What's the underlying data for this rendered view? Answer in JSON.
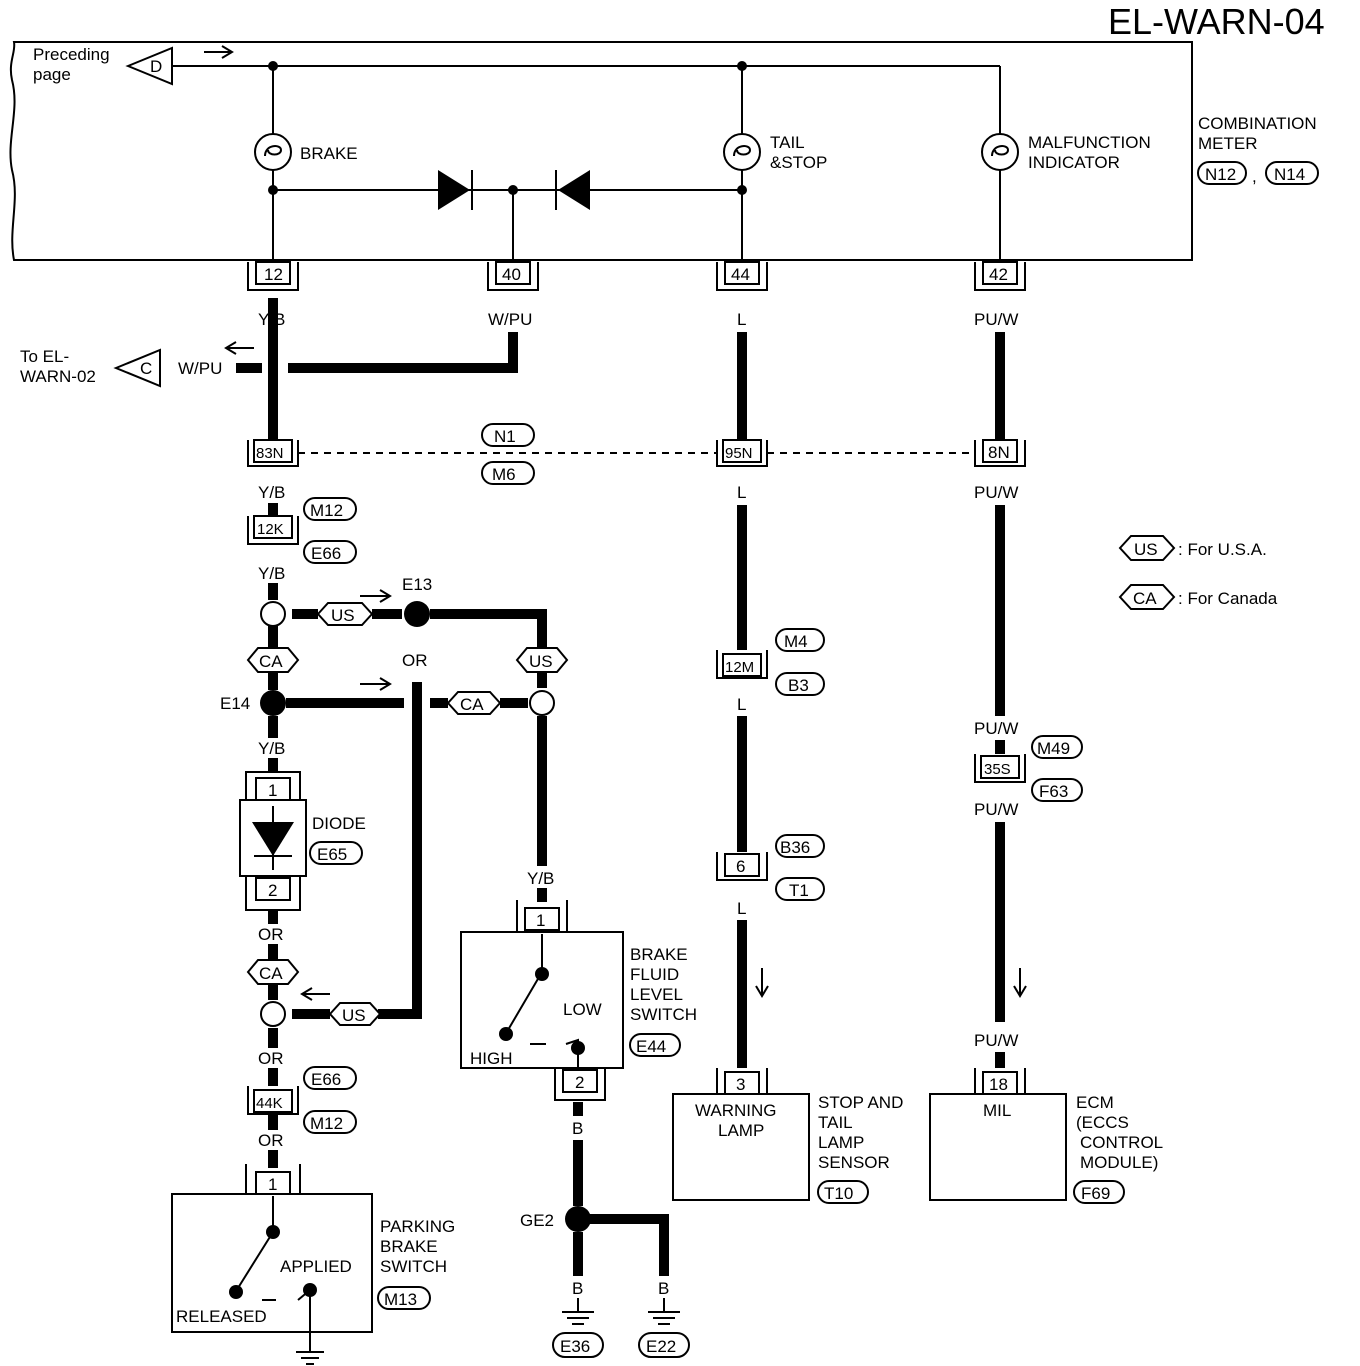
{
  "title": "EL-WARN-04",
  "preceding_page": {
    "line1": "Preceding",
    "line2": "page",
    "connector": "D"
  },
  "to_page": {
    "line1": "To EL-",
    "line2": "WARN-02",
    "connector": "C",
    "wire": "W/PU"
  },
  "combination_meter": {
    "line1": "COMBINATION",
    "line2": "METER",
    "conn1": "N12",
    "comma": ",",
    "conn2": "N14"
  },
  "lamps": {
    "brake": "BRAKE",
    "tail_stop_1": "TAIL",
    "tail_stop_2": "&STOP",
    "malfunction_1": "MALFUNCTION",
    "malfunction_2": "INDICATOR"
  },
  "pins": {
    "p12": "12",
    "p40": "40",
    "p44": "44",
    "p42": "42",
    "p83n": "83N",
    "p95n": "95N",
    "p8n": "8N",
    "p12k": "12K",
    "p12m": "12M",
    "p35s": "35S",
    "p6": "6",
    "d1": "1",
    "d2": "2",
    "p44k": "44K",
    "pb1": "1",
    "bf1": "1",
    "bf2": "2",
    "wl3": "3",
    "ecm18": "18"
  },
  "wires": {
    "yb": "Y/B",
    "wpu": "W/PU",
    "l": "L",
    "puw": "PU/W",
    "or": "OR",
    "b": "B"
  },
  "connectors": {
    "n1": "N1",
    "m6": "M6",
    "m12a": "M12",
    "e66a": "E66",
    "m4": "M4",
    "b3": "B3",
    "m49": "M49",
    "f63": "F63",
    "b36": "B36",
    "t1": "T1",
    "e65": "E65",
    "e44": "E44",
    "e66b": "E66",
    "m12b": "M12",
    "m13": "M13",
    "t10": "T10",
    "f69": "F69",
    "e36": "E36",
    "e22": "E22"
  },
  "junctions": {
    "e13": "E13",
    "e14": "E14",
    "ge2": "GE2"
  },
  "tags": {
    "us": "US",
    "ca": "CA"
  },
  "legend": {
    "us_tag": "US",
    "us_text": ": For U.S.A.",
    "ca_tag": "CA",
    "ca_text": ": For Canada"
  },
  "components": {
    "diode": "DIODE",
    "bfl_1": "BRAKE",
    "bfl_2": "FLUID",
    "bfl_3": "LEVEL",
    "bfl_4": "SWITCH",
    "bfl_high": "HIGH",
    "bfl_low": "LOW",
    "pbs_1": "PARKING",
    "pbs_2": "BRAKE",
    "pbs_3": "SWITCH",
    "pbs_released": "RELEASED",
    "pbs_applied": "APPLIED",
    "wl_1": "WARNING",
    "wl_2": "LAMP",
    "stl_1": "STOP AND",
    "stl_2": "TAIL",
    "stl_3": "LAMP",
    "stl_4": "SENSOR",
    "ecm_mil": "MIL",
    "ecm_1": "ECM",
    "ecm_2": "(ECCS",
    "ecm_3": "CONTROL",
    "ecm_4": "MODULE)"
  }
}
